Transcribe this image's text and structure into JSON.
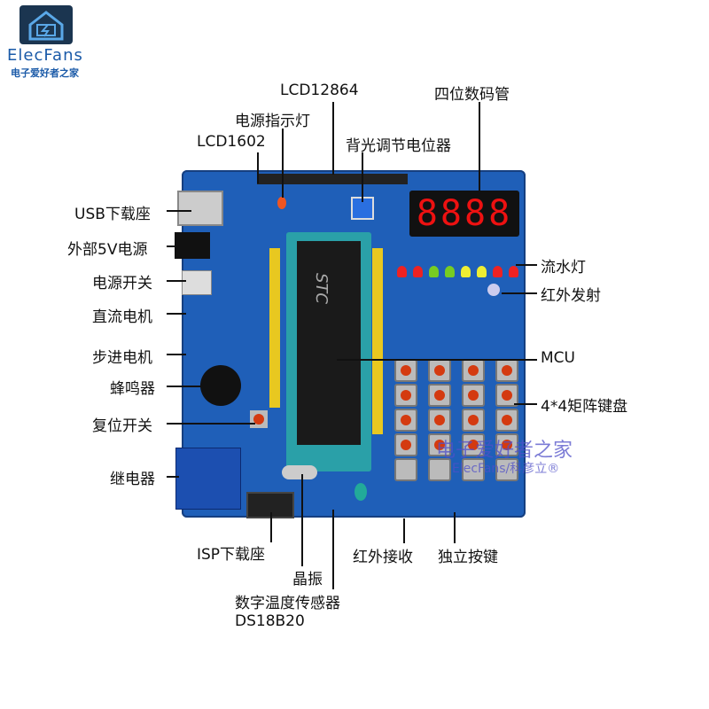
{
  "logo": {
    "name": "ElecFans",
    "subtitle": "电子爱好者之家"
  },
  "watermark": {
    "line1": "电子爱好者之家",
    "line2": "ElecFans/科彦立®"
  },
  "display": {
    "digits": "8888"
  },
  "labels": {
    "lcd12864": "LCD12864",
    "power_led": "电源指示灯",
    "lcd1602": "LCD1602",
    "backlight_pot": "背光调节电位器",
    "seven_seg": "四位数码管",
    "usb": "USB下载座",
    "ext_power": "外部5V电源",
    "power_switch": "电源开关",
    "dc_motor": "直流电机",
    "stepper": "步进电机",
    "buzzer": "蜂鸣器",
    "reset": "复位开关",
    "relay": "继电器",
    "flow_led": "流水灯",
    "ir_tx": "红外发射",
    "mcu": "MCU",
    "keypad": "4*4矩阵键盘",
    "isp": "ISP下载座",
    "crystal": "晶振",
    "temp_sensor": "数字温度传感器",
    "ds18b20": "DS18B20",
    "ir_rx": "红外接收",
    "indep_keys": "独立按键"
  },
  "chip": {
    "brand": "STC"
  },
  "colors": {
    "board": "#1f5fb8",
    "leader": "#111111",
    "logo_blue": "#1a5aa8"
  }
}
